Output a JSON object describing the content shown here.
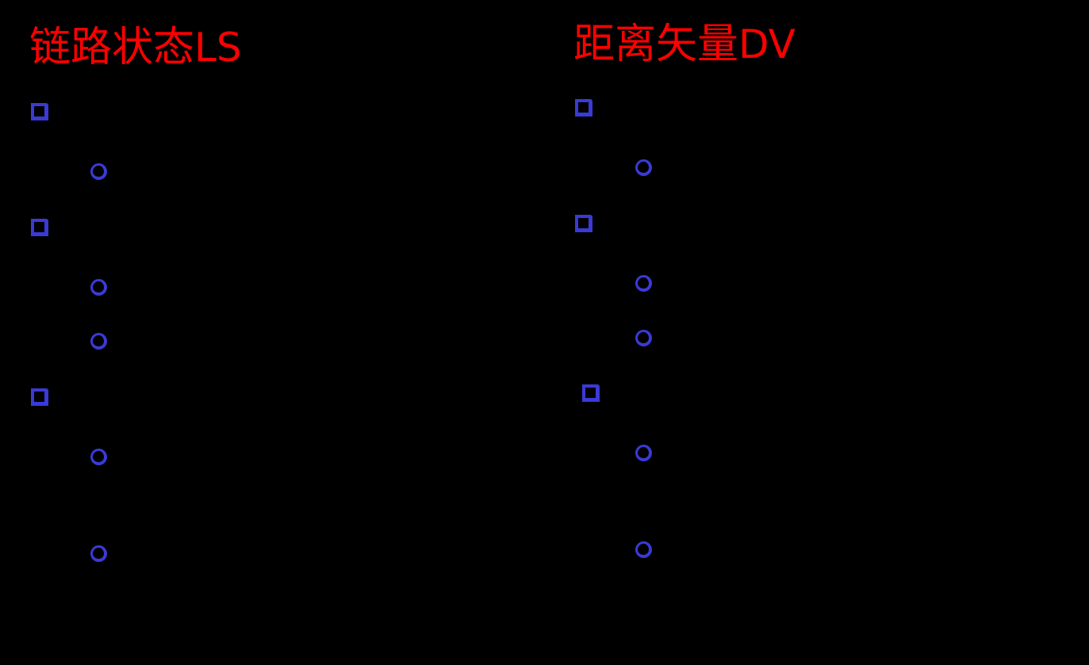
{
  "slide": {
    "background": "#000000",
    "title_color": "#ff0000",
    "bullet_color": "#3a3ad6"
  },
  "left_column": {
    "title_cn": "链路状态",
    "title_latin": "LS",
    "bullets": [
      {
        "level": 1,
        "icon": "square-bullet-icon",
        "text": ""
      },
      {
        "level": 2,
        "icon": "circle-bullet-icon",
        "text": ""
      },
      {
        "level": 1,
        "icon": "square-bullet-icon",
        "text": ""
      },
      {
        "level": 2,
        "icon": "circle-bullet-icon",
        "text": ""
      },
      {
        "level": 2,
        "icon": "circle-bullet-icon",
        "text": ""
      },
      {
        "level": 1,
        "icon": "square-bullet-icon",
        "text": ""
      },
      {
        "level": 2,
        "icon": "circle-bullet-icon",
        "text": ""
      },
      {
        "level": 2,
        "icon": "circle-bullet-icon",
        "text": ""
      }
    ]
  },
  "right_column": {
    "title_cn": "距离矢量",
    "title_latin": "DV",
    "bullets": [
      {
        "level": 1,
        "icon": "square-bullet-icon",
        "text": ""
      },
      {
        "level": 2,
        "icon": "circle-bullet-icon",
        "text": ""
      },
      {
        "level": 1,
        "icon": "square-bullet-icon",
        "text": ""
      },
      {
        "level": 2,
        "icon": "circle-bullet-icon",
        "text": ""
      },
      {
        "level": 2,
        "icon": "circle-bullet-icon",
        "text": ""
      },
      {
        "level": 1,
        "icon": "square-bullet-icon",
        "text": ""
      },
      {
        "level": 2,
        "icon": "circle-bullet-icon",
        "text": ""
      },
      {
        "level": 2,
        "icon": "circle-bullet-icon",
        "text": ""
      }
    ]
  }
}
